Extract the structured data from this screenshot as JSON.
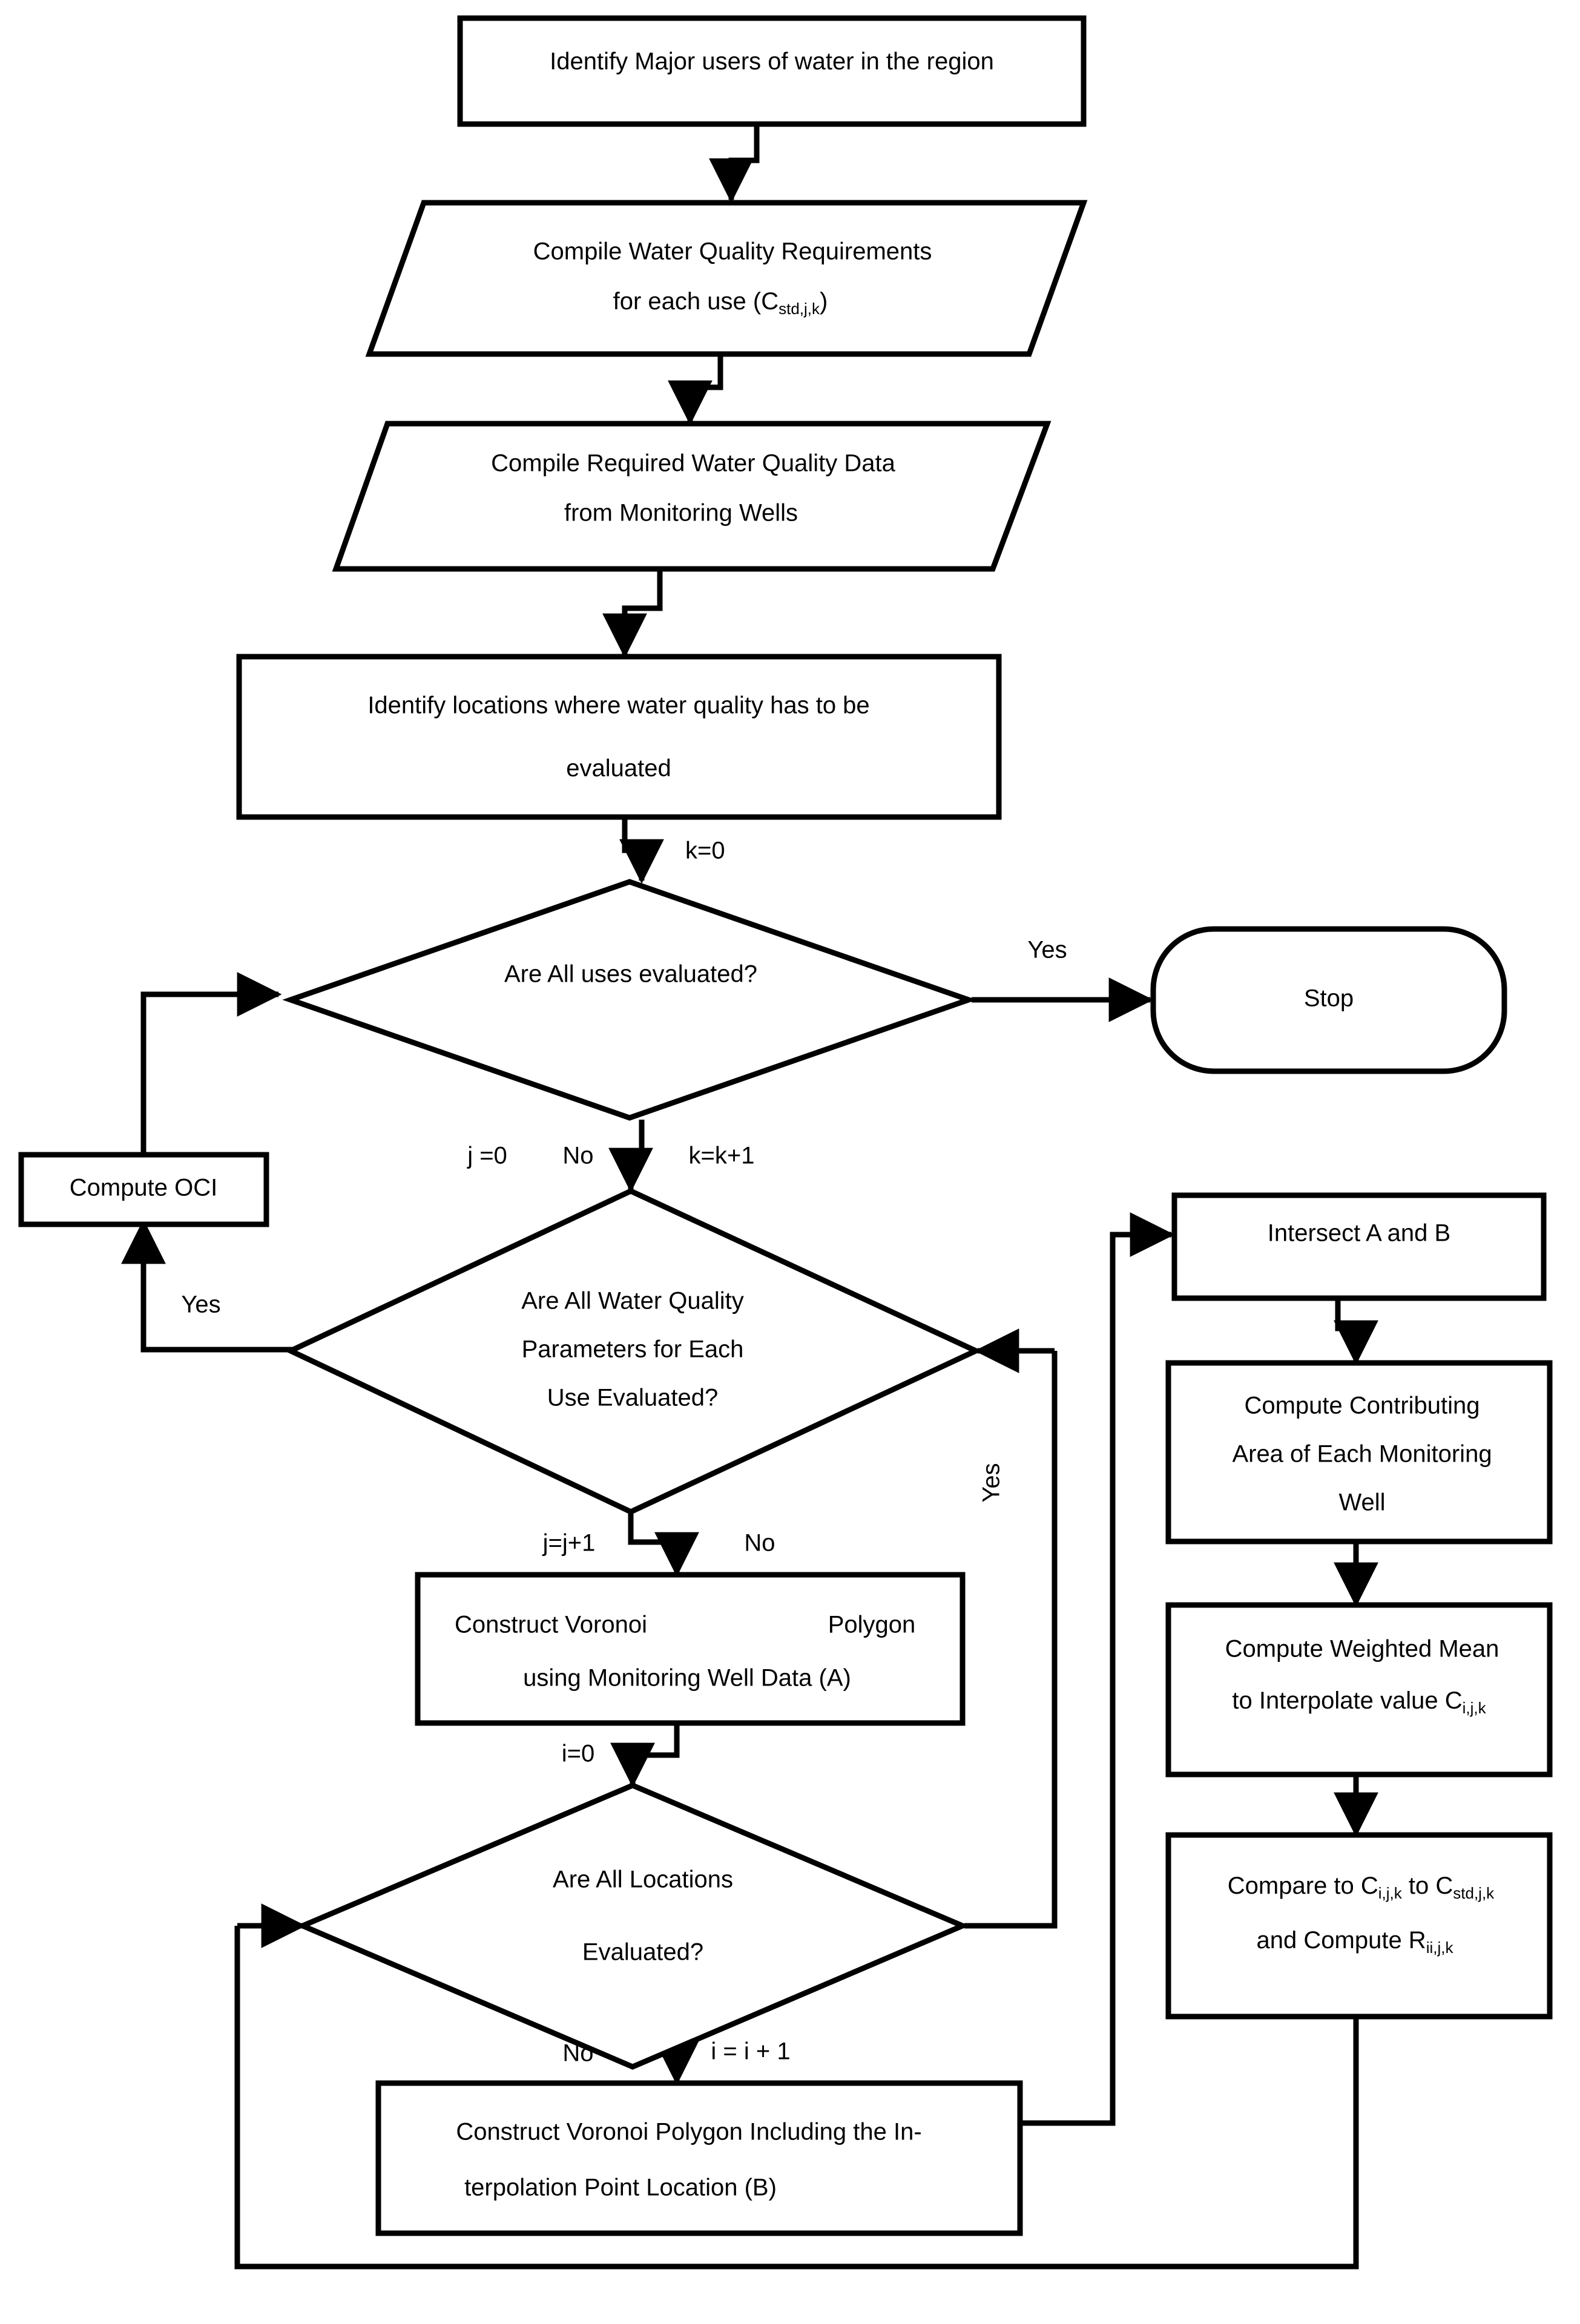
{
  "diagram": {
    "title": "Water quality evaluation flowchart",
    "colors": {
      "stroke": "#000000",
      "fill": "#ffffff",
      "text": "#000000"
    },
    "nodes": {
      "identify_users": {
        "shape": "process",
        "text": "Identify Major users of water in the region"
      },
      "compile_req_l1": {
        "shape": "data",
        "text": "Compile Water Quality Requirements"
      },
      "compile_req_l2a": {
        "shape": "data",
        "text": "for each use (C"
      },
      "compile_req_sub": {
        "shape": "data",
        "text": "std,j,k"
      },
      "compile_req_l2b": {
        "shape": "data",
        "text": ")"
      },
      "compile_data_l1": {
        "shape": "data",
        "text": "Compile Required Water Quality Data"
      },
      "compile_data_l2": {
        "shape": "data",
        "text": "from Monitoring Wells"
      },
      "identify_loc_l1": {
        "shape": "process",
        "text": "Identify locations where water quality has to be"
      },
      "identify_loc_l2": {
        "shape": "process",
        "text": "evaluated"
      },
      "dec_uses": {
        "shape": "decision",
        "text": "Are All uses evaluated?"
      },
      "stop": {
        "shape": "terminator",
        "text": "Stop"
      },
      "compute_oci": {
        "shape": "process",
        "text": "Compute OCI"
      },
      "dec_params_l1": {
        "shape": "decision",
        "text": "Are All Water Quality"
      },
      "dec_params_l2": {
        "shape": "decision",
        "text": "Parameters for Each"
      },
      "dec_params_l3": {
        "shape": "decision",
        "text": "Use Evaluated?"
      },
      "voronoi_a_l1a": {
        "shape": "process",
        "text": "Construct Voronoi"
      },
      "voronoi_a_l1b": {
        "shape": "process",
        "text": "Polygon"
      },
      "voronoi_a_l2": {
        "shape": "process",
        "text": "using Monitoring Well Data (A)"
      },
      "dec_loc_l1": {
        "shape": "decision",
        "text": "Are All Locations"
      },
      "dec_loc_l2": {
        "shape": "decision",
        "text": "Evaluated?"
      },
      "voronoi_b_l1": {
        "shape": "process",
        "text": "Construct Voronoi Polygon Including the In-"
      },
      "voronoi_b_l2": {
        "shape": "process",
        "text": "terpolation Point Location (B)"
      },
      "intersect": {
        "shape": "process",
        "text": "Intersect A and B"
      },
      "contrib_l1": {
        "shape": "process",
        "text": "Compute Contributing"
      },
      "contrib_l2": {
        "shape": "process",
        "text": "Area of Each Monitoring"
      },
      "contrib_l3": {
        "shape": "process",
        "text": "Well"
      },
      "weighted_l1": {
        "shape": "process",
        "text": "Compute Weighted Mean"
      },
      "weighted_l2a": {
        "shape": "process",
        "text": "to  Interpolate value C"
      },
      "weighted_l2sub": {
        "shape": "process",
        "text": "i,j,k"
      },
      "compare_l1a": {
        "shape": "process",
        "text": "Compare to C"
      },
      "compare_l1sub1": {
        "shape": "process",
        "text": "i,j,k"
      },
      "compare_l1b": {
        "shape": "process",
        "text": " to C"
      },
      "compare_l1sub2": {
        "shape": "process",
        "text": "std,j,k"
      },
      "compare_l2a": {
        "shape": "process",
        "text": "and Compute R"
      },
      "compare_l2sub": {
        "shape": "process",
        "text": "ii,j,k"
      }
    },
    "edge_labels": {
      "k_init": "k=0",
      "yes_stop": "Yes",
      "j_init": "j =0",
      "no_uses": "No",
      "k_incr": "k=k+1",
      "yes_oci": "Yes",
      "j_incr": "j=j+1",
      "no_params": "No",
      "yes_right": "Yes",
      "i_init": "i=0",
      "no_loc": "No",
      "i_incr": "i = i + 1"
    }
  }
}
